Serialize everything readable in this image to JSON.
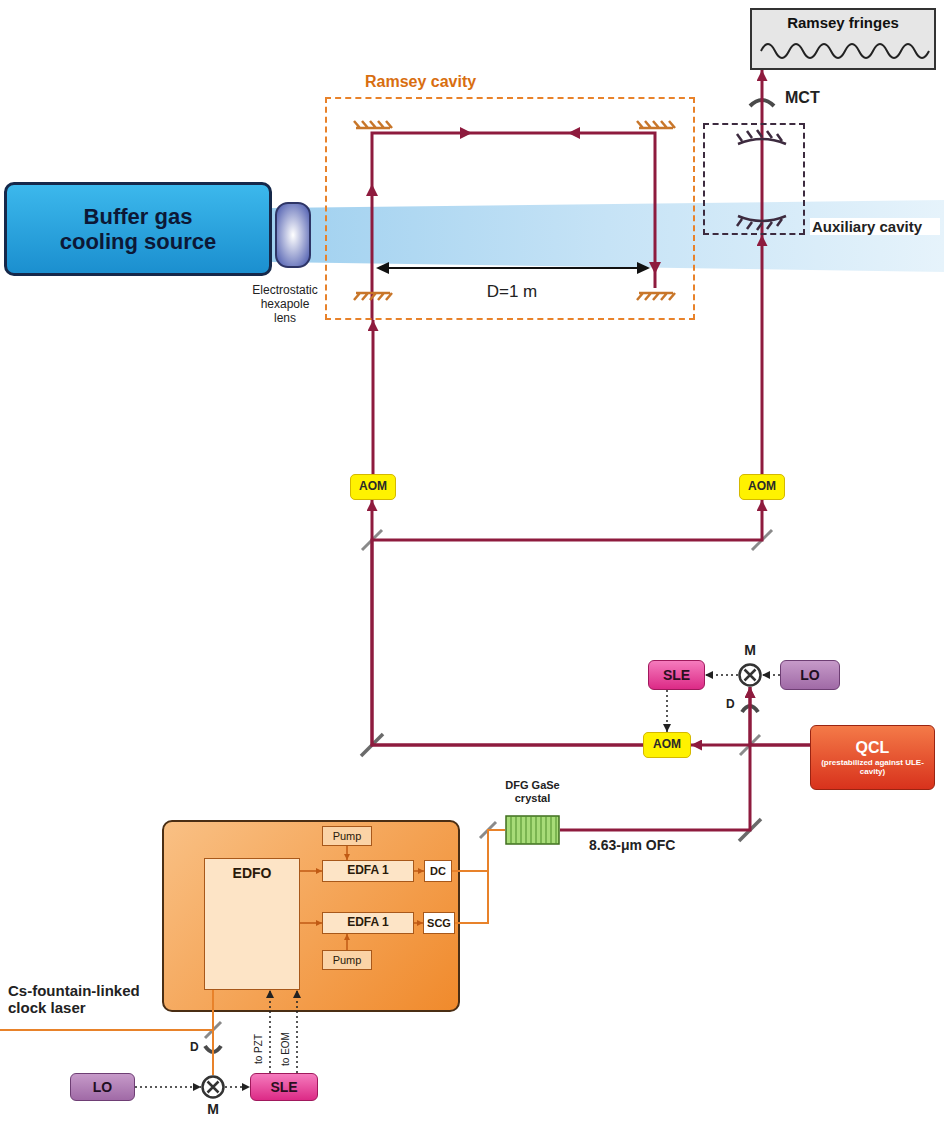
{
  "diagram": {
    "nodes": [
      {
        "text": [
          "Ramsey fringes"
        ]
      },
      {
        "text": [
          "Buffer gas cooling source"
        ]
      },
      {
        "text": [
          "Ramsey cavity"
        ]
      },
      {
        "text": [
          "Auxiliary cavity"
        ]
      },
      {
        "text": [
          "AOM"
        ]
      },
      {
        "text": [
          "AOM"
        ]
      },
      {
        "text": [
          "M"
        ]
      },
      {
        "text": [
          "SLE"
        ]
      },
      {
        "text": [
          "LO"
        ]
      },
      {
        "text": [
          "AOM"
        ]
      },
      {
        "text": [
          "QCL",
          "(prestabilized against ULE-cavity)"
        ]
      },
      {
        "text": []
      },
      {
        "text": [
          "Pump"
        ],
        "in": 11
      },
      {
        "text": [
          "EDFO"
        ],
        "in": 11
      },
      {
        "text": [
          "EDFA 1"
        ],
        "in": 11
      },
      {
        "text": [
          "DC"
        ],
        "in": 11
      },
      {
        "text": [
          "EDFA 1"
        ],
        "in": 11
      },
      {
        "text": [
          "SCG"
        ],
        "in": 11
      },
      {
        "text": [
          "Pump"
        ],
        "in": 11
      },
      {
        "text": [
          "DFG GaSe crystal"
        ]
      },
      {
        "text": [
          "LO"
        ]
      },
      {
        "text": [
          "M"
        ]
      },
      {
        "text": [
          "SLE"
        ]
      }
    ],
    "edges": [
      {
        "from": 8,
        "to": 6,
        "arrow": "to"
      },
      {
        "from": 6,
        "to": 7,
        "arrow": "to"
      },
      {
        "from": 7,
        "to": 9,
        "arrow": "to"
      },
      {
        "from": 10,
        "to": 9,
        "arrow": "to"
      },
      {
        "from": 9,
        "to": 4,
        "arrow": "to"
      },
      {
        "from": 9,
        "to": 5,
        "arrow": "to"
      },
      {
        "from": 4,
        "to": 2,
        "arrow": "to"
      },
      {
        "from": 5,
        "to": 3,
        "arrow": "to"
      },
      {
        "from": 3,
        "to": 0,
        "arrow": "to"
      },
      {
        "from": 19,
        "to": 6,
        "label": "8.63-μm OFC",
        "arrow": "to"
      },
      {
        "from": 10,
        "to": 6,
        "arrow": "to"
      },
      {
        "from": 13,
        "to": 14,
        "arrow": "to"
      },
      {
        "from": 13,
        "to": 16,
        "arrow": "to"
      },
      {
        "from": 12,
        "to": 14,
        "arrow": "to"
      },
      {
        "from": 18,
        "to": 16,
        "arrow": "to"
      },
      {
        "from": 14,
        "to": 15,
        "arrow": "to"
      },
      {
        "from": 16,
        "to": 17,
        "arrow": "to"
      },
      {
        "from": 15,
        "to": 19,
        "arrow": "none"
      },
      {
        "from": 17,
        "to": 19,
        "arrow": "none"
      },
      {
        "from": 20,
        "to": 21,
        "arrow": "to"
      },
      {
        "from": 21,
        "to": 22,
        "arrow": "to"
      },
      {
        "from": 22,
        "to": 13,
        "label": "to PZT",
        "arrow": "to"
      },
      {
        "from": 22,
        "to": 13,
        "label": "to EOM",
        "arrow": "to"
      },
      {
        "from": 13,
        "to": 21,
        "arrow": "none"
      }
    ],
    "labels": [
      "MCT",
      "D=1 m",
      "Electrostatic hexapole lens",
      "D",
      "Cs-fountain-linked clock laser",
      "D"
    ]
  }
}
